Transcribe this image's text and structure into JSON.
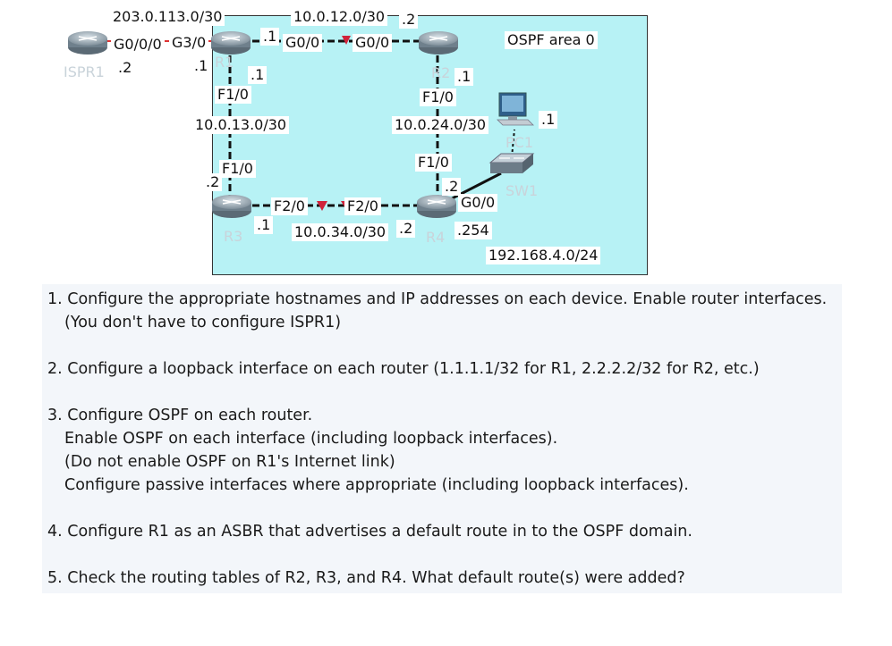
{
  "diagram": {
    "area_label": "OSPF area 0",
    "devices": {
      "ispr1": "ISPR1",
      "r1": "R1",
      "r2": "R2",
      "r3": "R3",
      "r4": "R4",
      "pc": "PC1",
      "sw": "SW1"
    },
    "networks": {
      "internet": "203.0.113.0/30",
      "r1_r2": "10.0.12.0/30",
      "r1_r3": "10.0.13.0/30",
      "r2_r4": "10.0.24.0/30",
      "r3_r4": "10.0.34.0/30",
      "lan": "192.168.4.0/24"
    },
    "interfaces": {
      "ispr1_g000": "G0/0/0",
      "r1_g30": "G3/0",
      "r1_g00": "G0/0",
      "r2_g00": "G0/0",
      "r1_f10": "F1/0",
      "r2_f10": "F1/0",
      "r3_f10": "F1/0",
      "r4_f10": "F1/0",
      "r3_f20": "F2/0",
      "r4_f20": "F2/0",
      "r4_g00": "G0/0"
    },
    "hosts": {
      "ispr1_internet": ".2",
      "r1_internet": ".1",
      "r1_to_r2": ".1",
      "r2_to_r1": ".2",
      "r1_to_r3": ".1",
      "r2_to_r4": ".1",
      "r3_to_r1": ".2",
      "r4_to_r2": ".2",
      "r3_to_r4": ".1",
      "r4_to_r3": ".2",
      "r4_lan": ".254",
      "pc_lan": ".1"
    }
  },
  "tasks": [
    "1. Configure the appropriate hostnames and IP addresses on each device.  Enable router interfaces.",
    "(You don't have to configure ISPR1)",
    "2. Configure a loopback interface on each router (1.1.1.1/32 for R1, 2.2.2.2/32 for R2, etc.)",
    "3. Configure OSPF on each router.",
    "Enable OSPF on each interface (including loopback interfaces).",
    "(Do not enable OSPF on R1's Internet link)",
    "Configure passive interfaces where appropriate (including loopback interfaces).",
    "4. Configure R1 as an ASBR that advertises a default route in to the OSPF domain.",
    "5. Check the routing tables of R2, R3, and R4.  What default route(s) were added?"
  ]
}
